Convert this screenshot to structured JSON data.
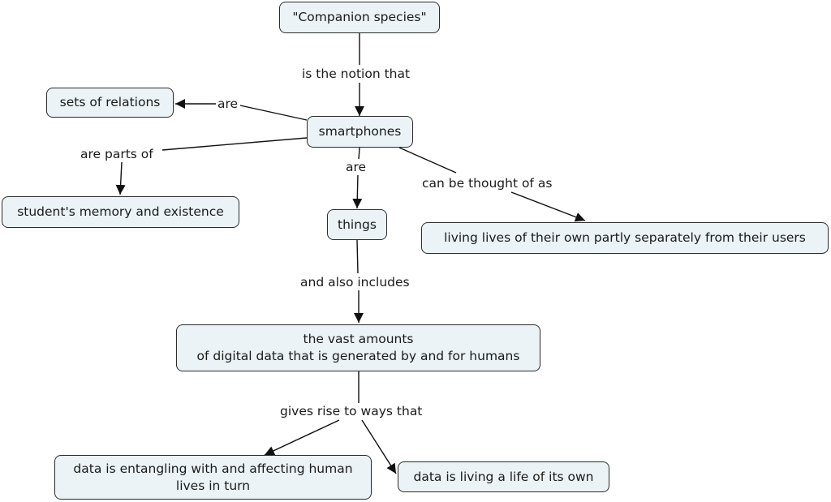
{
  "nodes": {
    "companion": "\"Companion species\"",
    "smartphones": "smartphones",
    "sets_of_relations": "sets of relations",
    "student_memory": "student's memory and existence",
    "things": "things",
    "living_lives": "living lives of their own partly separately from their users",
    "vast_amounts_line1": "the vast amounts",
    "vast_amounts_line2": "of digital data that is generated by and for humans",
    "entangling_line1": "data is entangling with and affecting human",
    "entangling_line2": "lives in turn",
    "living_life": "data is living a life of its own"
  },
  "links": {
    "is_the_notion_that": "is the notion that",
    "are_relations": "are",
    "are_parts_of": "are parts of",
    "are_things": "are",
    "can_be_thought_of_as": "can be thought of as",
    "and_also_includes": "and also includes",
    "gives_rise_to_ways_that": "gives rise to ways that"
  }
}
